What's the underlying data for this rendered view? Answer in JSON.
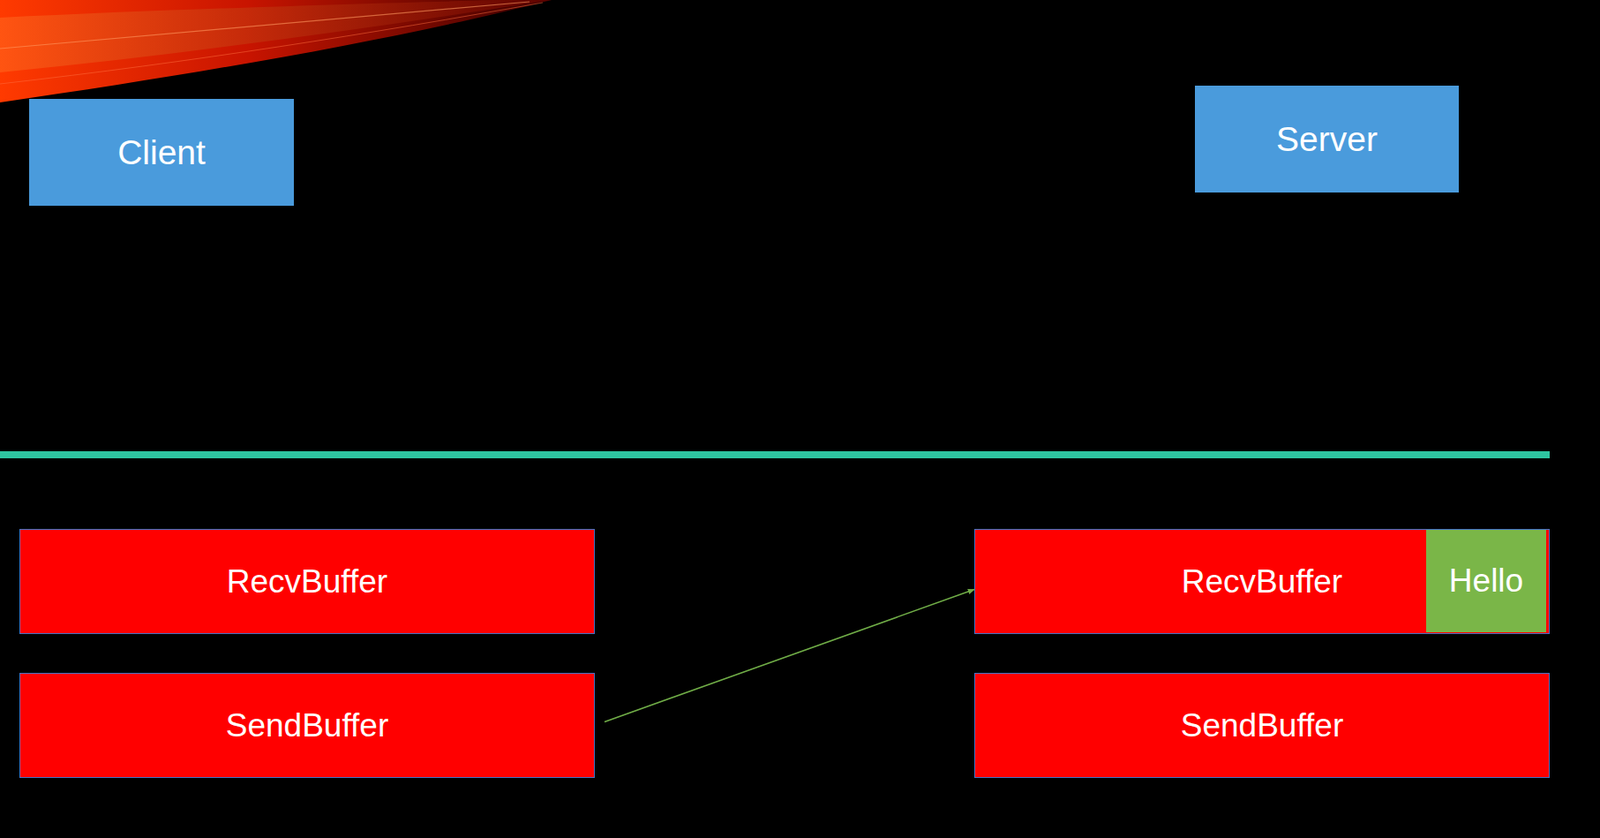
{
  "diagram": {
    "nodes": [
      {
        "text": [
          "Client"
        ]
      },
      {
        "text": [
          "Server"
        ]
      },
      {
        "text": [
          "RecvBuffer"
        ]
      },
      {
        "text": [
          "RecvBuffer"
        ]
      },
      {
        "text": [
          "Hello"
        ],
        "in": 3
      },
      {
        "text": [
          "SendBuffer"
        ]
      },
      {
        "text": [
          "SendBuffer"
        ]
      }
    ],
    "edges": [
      {
        "from": 5,
        "to": 3,
        "arrow": "to"
      }
    ]
  }
}
